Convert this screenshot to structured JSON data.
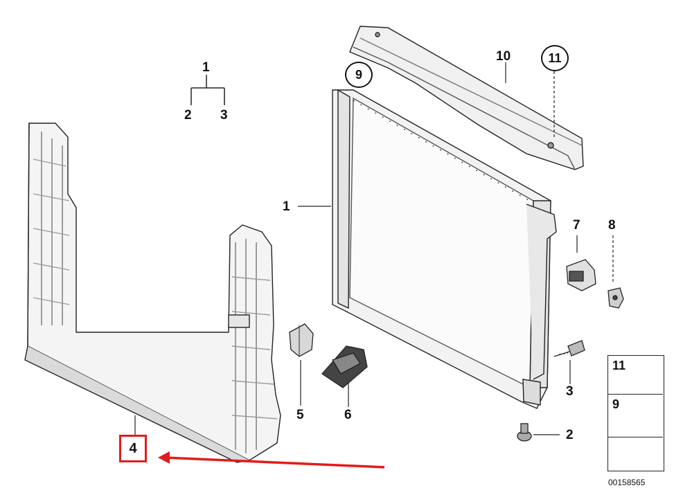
{
  "labels": {
    "p1_top": "1",
    "p2_top": "2",
    "p3_top": "3",
    "p1_radiator": "1",
    "p4": "4",
    "p5": "5",
    "p6": "6",
    "p7": "7",
    "p8": "8",
    "p3_screw": "3",
    "p2_bolt": "2",
    "p9": "9",
    "p10": "10",
    "p11": "11"
  },
  "legend": {
    "row1": "11",
    "row2": "9"
  },
  "doc_number": "00158565",
  "colors": {
    "highlight": "#e31b1b",
    "arrow": "#e31b1b",
    "line": "#111111"
  }
}
